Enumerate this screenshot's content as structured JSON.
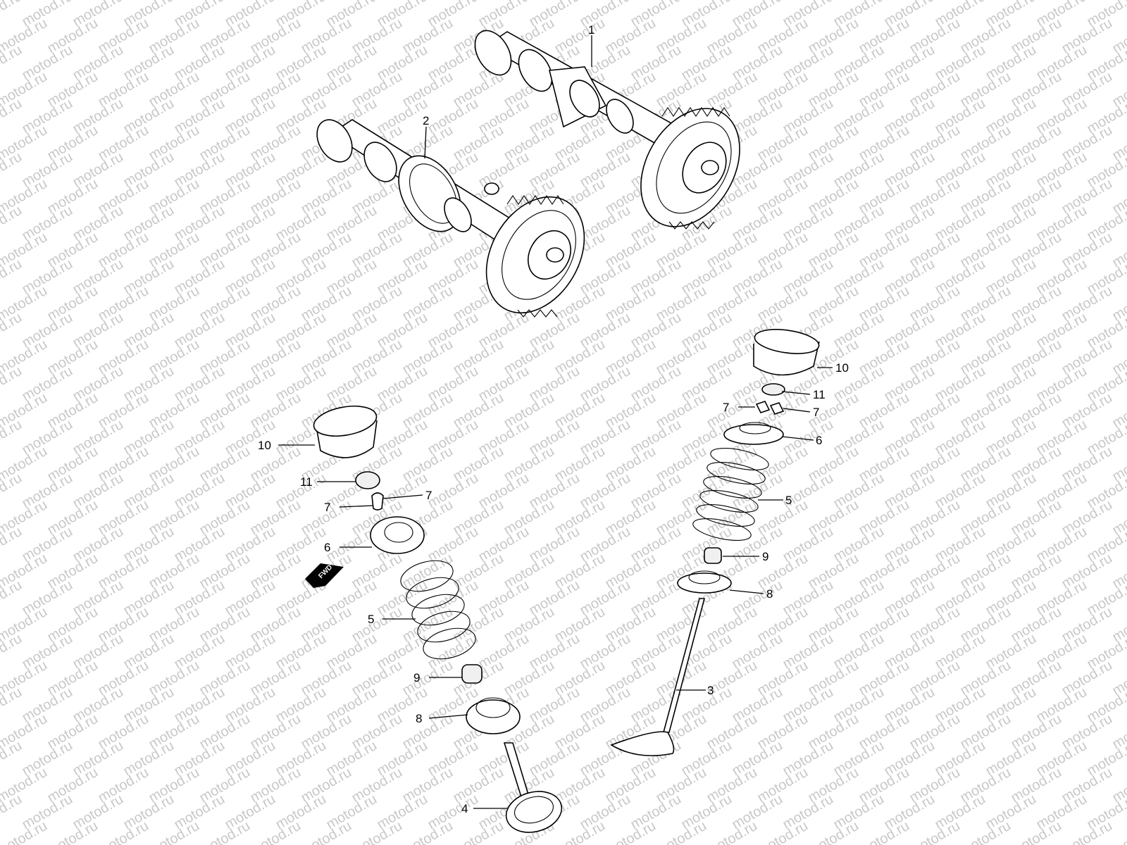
{
  "watermark": {
    "text": "motod.ru",
    "color": "#c8c8c8"
  },
  "direction_marker": {
    "label": "FWD",
    "icon": "arrow-left-down-icon"
  },
  "callouts": [
    {
      "id": "c1",
      "label": "1"
    },
    {
      "id": "c2",
      "label": "2"
    },
    {
      "id": "c3",
      "label": "3"
    },
    {
      "id": "c4",
      "label": "4"
    },
    {
      "id": "c5a",
      "label": "5"
    },
    {
      "id": "c5b",
      "label": "5"
    },
    {
      "id": "c6a",
      "label": "6"
    },
    {
      "id": "c6b",
      "label": "6"
    },
    {
      "id": "c7a",
      "label": "7"
    },
    {
      "id": "c7b",
      "label": "7"
    },
    {
      "id": "c7c",
      "label": "7"
    },
    {
      "id": "c7d",
      "label": "7"
    },
    {
      "id": "c8a",
      "label": "8"
    },
    {
      "id": "c8b",
      "label": "8"
    },
    {
      "id": "c9a",
      "label": "9"
    },
    {
      "id": "c9b",
      "label": "9"
    },
    {
      "id": "c10a",
      "label": "10"
    },
    {
      "id": "c10b",
      "label": "10"
    },
    {
      "id": "c11a",
      "label": "11"
    },
    {
      "id": "c11b",
      "label": "11"
    }
  ]
}
